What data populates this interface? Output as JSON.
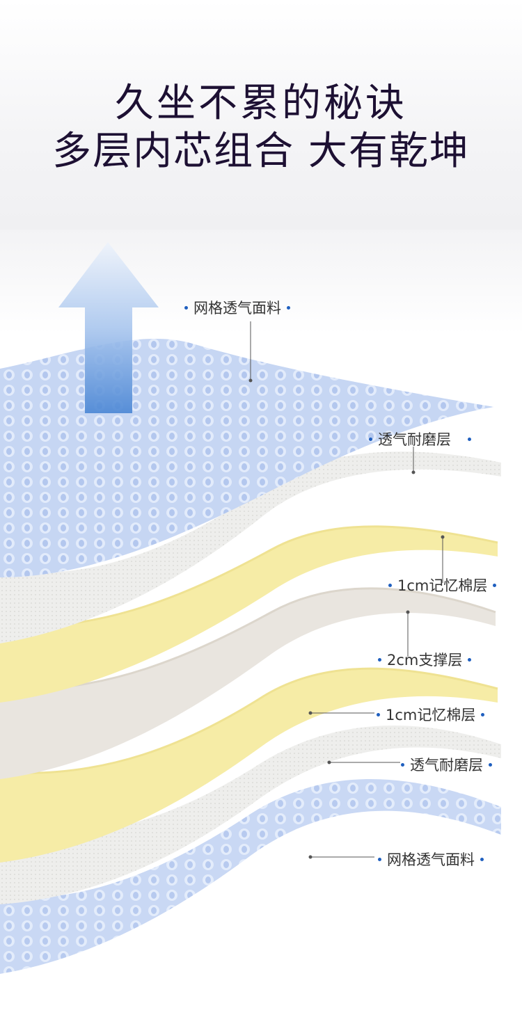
{
  "headline": {
    "line1": "久坐不累的秘诀",
    "line2": "多层内芯组合 大有乾坤"
  },
  "layers": [
    {
      "name": "网格透气面料"
    },
    {
      "name": "透气耐磨层"
    },
    {
      "name": "1cm记忆棉层"
    },
    {
      "name": "2cm支撑层"
    },
    {
      "name": "1cm记忆棉层"
    },
    {
      "name": "透气耐磨层"
    },
    {
      "name": "网格透气面料"
    }
  ],
  "colors": {
    "headline": "#1d1033",
    "mesh": "#c9d8f4",
    "wear_layer": "#ececea",
    "memory_foam": "#f6eca6",
    "support": "#e8e4de",
    "arrow": "#4a86d4",
    "dot": "#1f5fbf"
  },
  "icons": {
    "arrow": "arrow-up-icon"
  }
}
